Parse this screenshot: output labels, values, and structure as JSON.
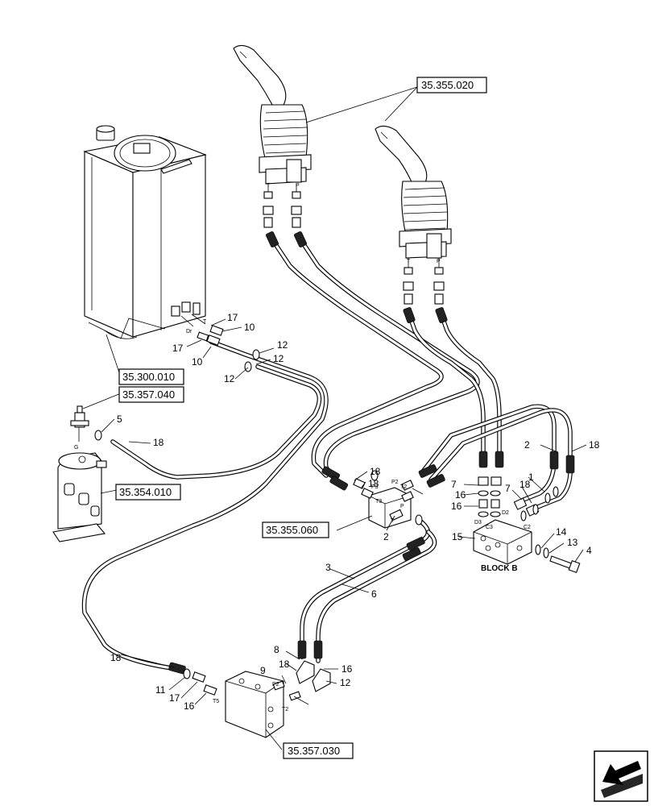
{
  "references": [
    {
      "id": "ref-joystick",
      "label": "35.355.020"
    },
    {
      "id": "ref-tank",
      "label": "35.300.010"
    },
    {
      "id": "ref-valve-top",
      "label": "35.357.040"
    },
    {
      "id": "ref-rotary",
      "label": "35.354.010"
    },
    {
      "id": "ref-manifold",
      "label": "35.355.060"
    },
    {
      "id": "ref-bottom-block",
      "label": "35.357.030"
    }
  ],
  "block_b_title": "BLOCK B",
  "callouts": [
    "17",
    "10",
    "17",
    "10",
    "12",
    "12",
    "12",
    "5",
    "18",
    "18",
    "18",
    "2",
    "2",
    "18",
    "7",
    "16",
    "16",
    "7",
    "18",
    "1",
    "15",
    "14",
    "13",
    "4",
    "3",
    "6",
    "18",
    "8",
    "18",
    "16",
    "9",
    "12",
    "11",
    "17",
    "16"
  ],
  "ports": [
    "T",
    "P",
    "T",
    "P",
    "Dr",
    "T",
    "P3",
    "P2",
    "T2",
    "T3",
    "P",
    "T",
    "D3",
    "C3",
    "D2",
    "C2",
    "P2",
    "T2",
    "T5"
  ]
}
